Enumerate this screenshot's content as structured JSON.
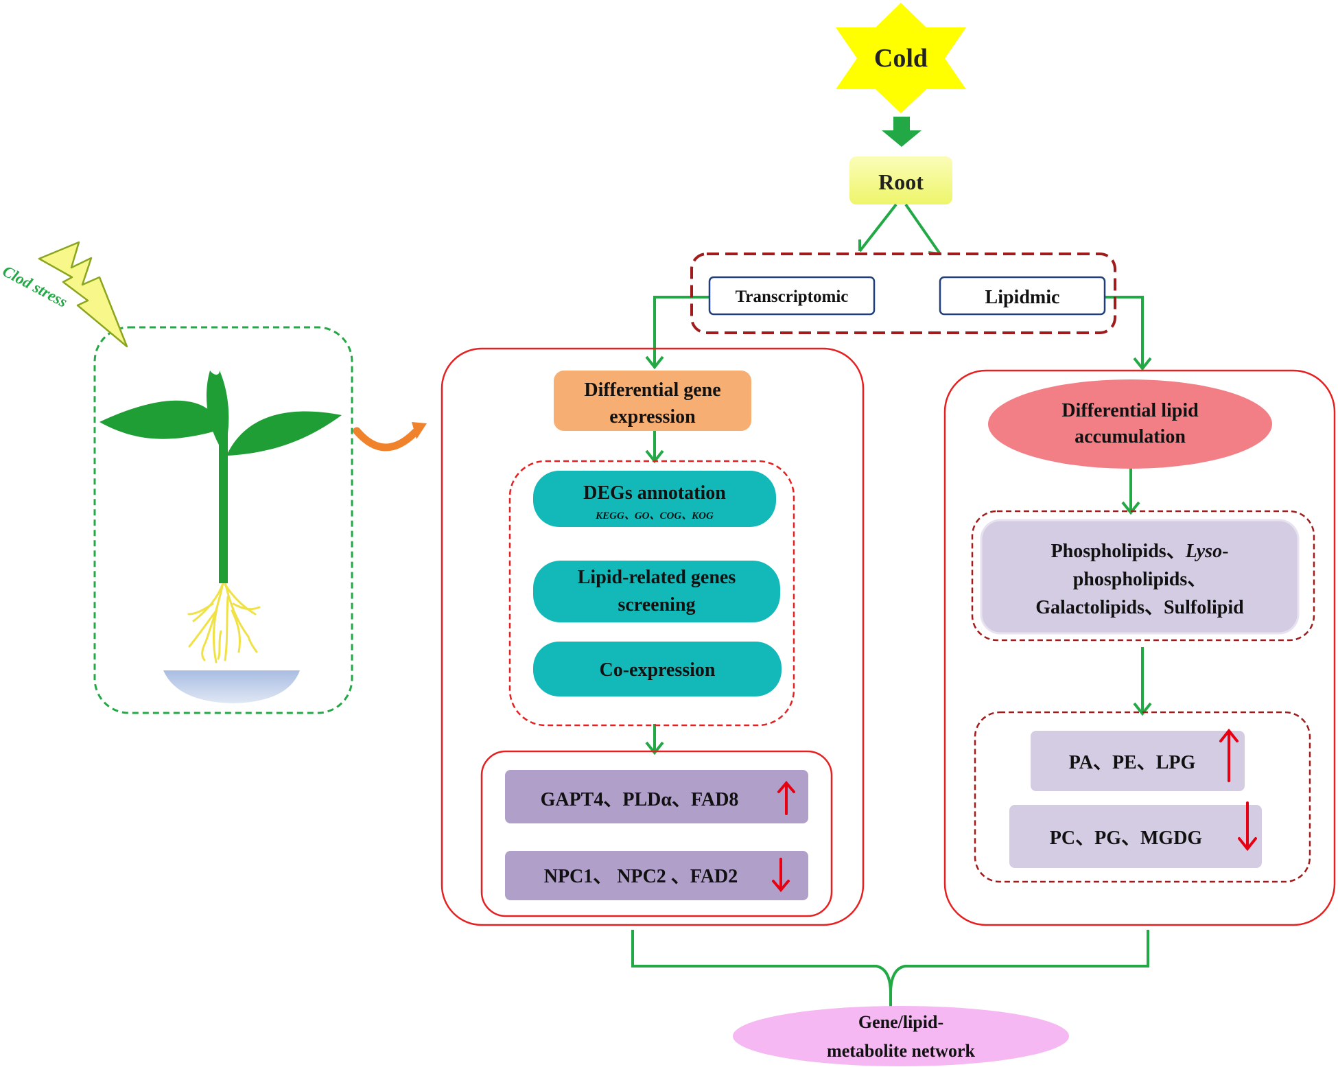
{
  "stress": {
    "cold": "Cold",
    "clod_stress": "Clod stress"
  },
  "root": "Root",
  "omics": {
    "transcriptomic": "Transcriptomic",
    "lipidmic": "Lipidmic"
  },
  "transcriptome_panel": {
    "dge": {
      "line1": "Differential gene",
      "line2": "expression"
    },
    "degs_annotation": "DEGs annotation",
    "degs_annotation_sub": "KEGG、GO、COG、KOG",
    "lipid_genes": {
      "line1": "Lipid-related genes",
      "line2": "screening"
    },
    "coexpression": "Co-expression",
    "up_genes": "GAPT4、PLDα、FAD8",
    "down_genes": "NPC1、 NPC2 、FAD2"
  },
  "lipidome_panel": {
    "dla": {
      "line1": "Differential lipid",
      "line2": "accumulation"
    },
    "classes": {
      "line1_a": "Phospholipids、",
      "line1_b": "Lyso",
      "line1_c": "-",
      "line2": "phospholipids、",
      "line3": "Galactolipids、Sulfolipid"
    },
    "up_lipids": "PA、PE、LPG",
    "down_lipids": "PC、PG、MGDG"
  },
  "network": {
    "line1": "Gene/lipid-",
    "line2": "metabolite network"
  },
  "colors": {
    "green_arrow": "#22a845",
    "red_frame": "#e62020",
    "darkred_dash": "#a01c1c",
    "teal": "#13b8b8",
    "orange": "#f6ae72",
    "purple": "#b09fc9",
    "lavender": "#d4cce2",
    "pink": "#f37f86",
    "lilac_ellipse": "#f5b8f2",
    "yellow": "#ffff00",
    "root_box": "#f6fa8a",
    "leaf_green": "#1f9e35"
  }
}
